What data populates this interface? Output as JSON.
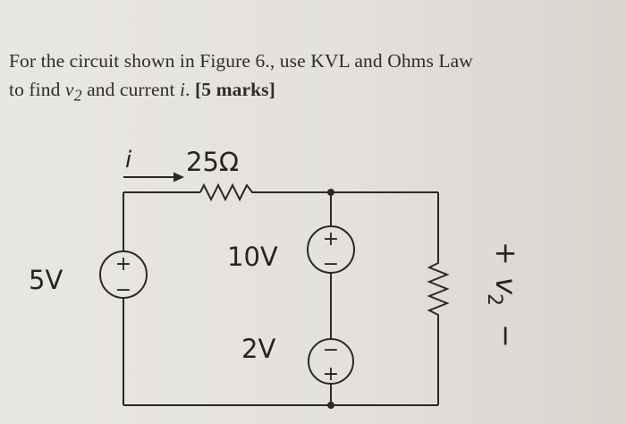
{
  "question": {
    "line1": "For the circuit shown in Figure 6., use KVL and Ohms Law",
    "line2_prefix": "to find ",
    "voltage_var": "v",
    "voltage_sub": "2",
    "and_text": " and current ",
    "current_var": "i",
    "end_text": ". ",
    "marks": "[5 marks]"
  },
  "circuit": {
    "current_label": "i",
    "resistor_top_label": "25Ω",
    "source_left_label": "5V",
    "source_mid_label": "10V",
    "source_low_label": "2V",
    "plus_sign": "+",
    "minus_sign": "−",
    "output_label_plus": "+",
    "output_label_var": "v",
    "output_label_sub": "2",
    "output_label_minus": "−"
  }
}
